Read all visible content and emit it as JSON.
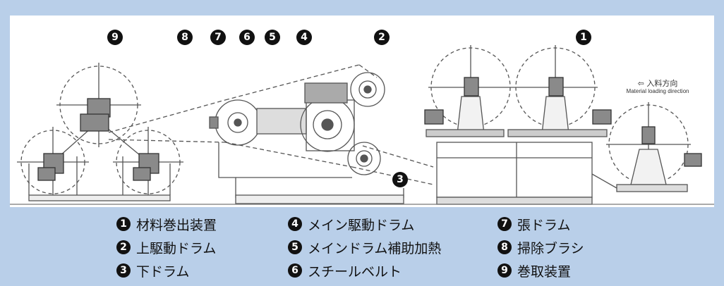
{
  "markers": {
    "m1": "1",
    "m2": "2",
    "m3": "3",
    "m4": "4",
    "m5": "5",
    "m6": "6",
    "m7": "7",
    "m8": "8",
    "m9": "9"
  },
  "loading_direction": {
    "arrow": "⇦",
    "jp": "入料方向",
    "en": "Material loading direction"
  },
  "legend": [
    {
      "num": "1",
      "label": "材料巻出装置"
    },
    {
      "num": "2",
      "label": "上駆動ドラム"
    },
    {
      "num": "3",
      "label": "下ドラム"
    },
    {
      "num": "4",
      "label": "メイン駆動ドラム"
    },
    {
      "num": "5",
      "label": "メインドラム補助加熱"
    },
    {
      "num": "6",
      "label": "スチールベルト"
    },
    {
      "num": "7",
      "label": "張ドラム"
    },
    {
      "num": "8",
      "label": "掃除ブラシ"
    },
    {
      "num": "9",
      "label": "巻取装置"
    }
  ],
  "colors": {
    "frame": "#b9cfe9",
    "drawing_bg": "#ffffff",
    "line": "#555555",
    "marker": "#111111"
  }
}
